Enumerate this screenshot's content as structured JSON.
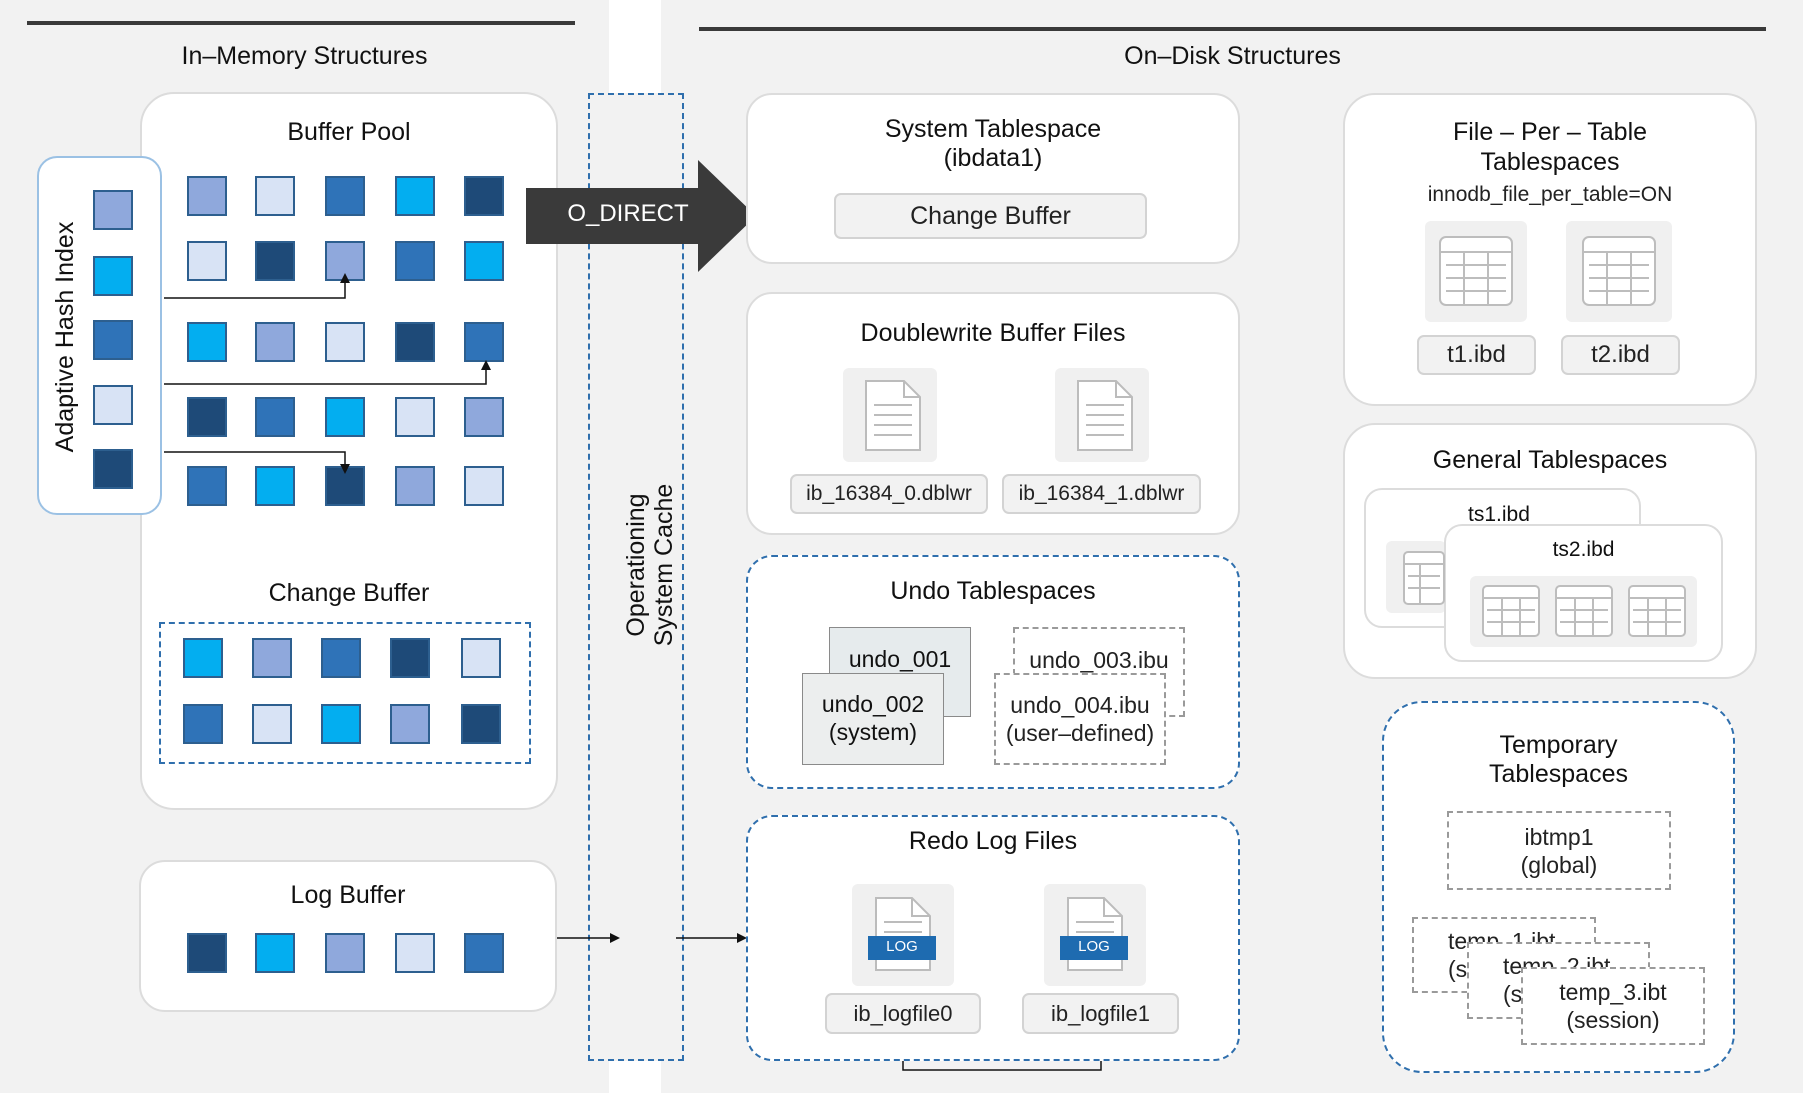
{
  "sections": {
    "in_memory": "In–Memory Structures",
    "on_disk": "On–Disk Structures"
  },
  "buffer_pool": {
    "title": "Buffer Pool"
  },
  "adaptive_hash_index": {
    "title": "Adaptive Hash Index"
  },
  "change_buffer_mem": {
    "title": "Change Buffer"
  },
  "log_buffer": {
    "title": "Log Buffer"
  },
  "os_cache": {
    "line1": "Operationing",
    "line2": "System Cache"
  },
  "o_direct": {
    "label": "O_DIRECT"
  },
  "system_tablespace": {
    "title_line1": "System Tablespace",
    "title_line2": "(ibdata1)",
    "change_buffer": "Change Buffer"
  },
  "doublewrite": {
    "title": "Doublewrite Buffer Files",
    "file1": "ib_16384_0.dblwr",
    "file2": "ib_16384_1.dblwr"
  },
  "undo": {
    "title": "Undo Tablespaces",
    "undo_001": "undo_001",
    "undo_002_l1": "undo_002",
    "undo_002_l2": "(system)",
    "undo_003": "undo_003.ibu",
    "undo_004_l1": "undo_004.ibu",
    "undo_004_l2": "(user–defined)"
  },
  "redo": {
    "title": "Redo Log Files",
    "log_badge": "LOG",
    "file0": "ib_logfile0",
    "file1": "ib_logfile1"
  },
  "file_per_table": {
    "title_line1": "File – Per – Table",
    "title_line2": "Tablespaces",
    "setting": "innodb_file_per_table=ON",
    "t1": "t1.ibd",
    "t2": "t2.ibd"
  },
  "general": {
    "title": "General Tablespaces",
    "ts1": "ts1.ibd",
    "ts2": "ts2.ibd"
  },
  "temporary": {
    "title_line1": "Temporary",
    "title_line2": "Tablespaces",
    "ibtmp1_l1": "ibtmp1",
    "ibtmp1_l2": "(global)",
    "temp1_l1": "temp_1.ibt",
    "temp1_l2": "(s",
    "temp2_l1": "temp_2.ibt",
    "temp2_l2": "(s",
    "temp3_l1": "temp_3.ibt",
    "temp3_l2": "(session)"
  },
  "colors": {
    "light_blue": "#8fa8dc",
    "pale_blue": "#d8e3f5",
    "mid_blue": "#2f73b8",
    "cyan": "#03aef0",
    "dark_blue": "#1e4a78",
    "dashed_border": "#2f6fad",
    "arrow_fill": "#3a3a3a"
  }
}
